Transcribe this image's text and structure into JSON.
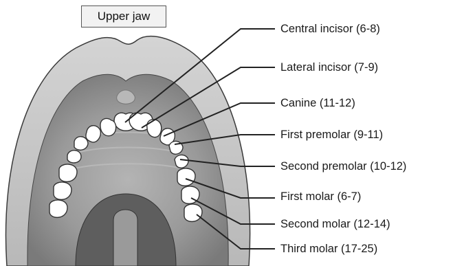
{
  "title": "Upper jaw",
  "labels": [
    "Central incisor (6-8)",
    "Lateral incisor (7-9)",
    "Canine (11-12)",
    "First premolar (9-11)",
    "Second premolar (10-12)",
    "First molar (6-7)",
    "Second molar (12-14)",
    "Third molar (17-25)"
  ],
  "colors": {
    "lip": "#c6c6c6",
    "palate_light": "#a6a6a6",
    "palate_dark": "#7c7c7c",
    "throat": "#5e5e5e",
    "tooth": "#ffffff",
    "outline": "#333333"
  }
}
